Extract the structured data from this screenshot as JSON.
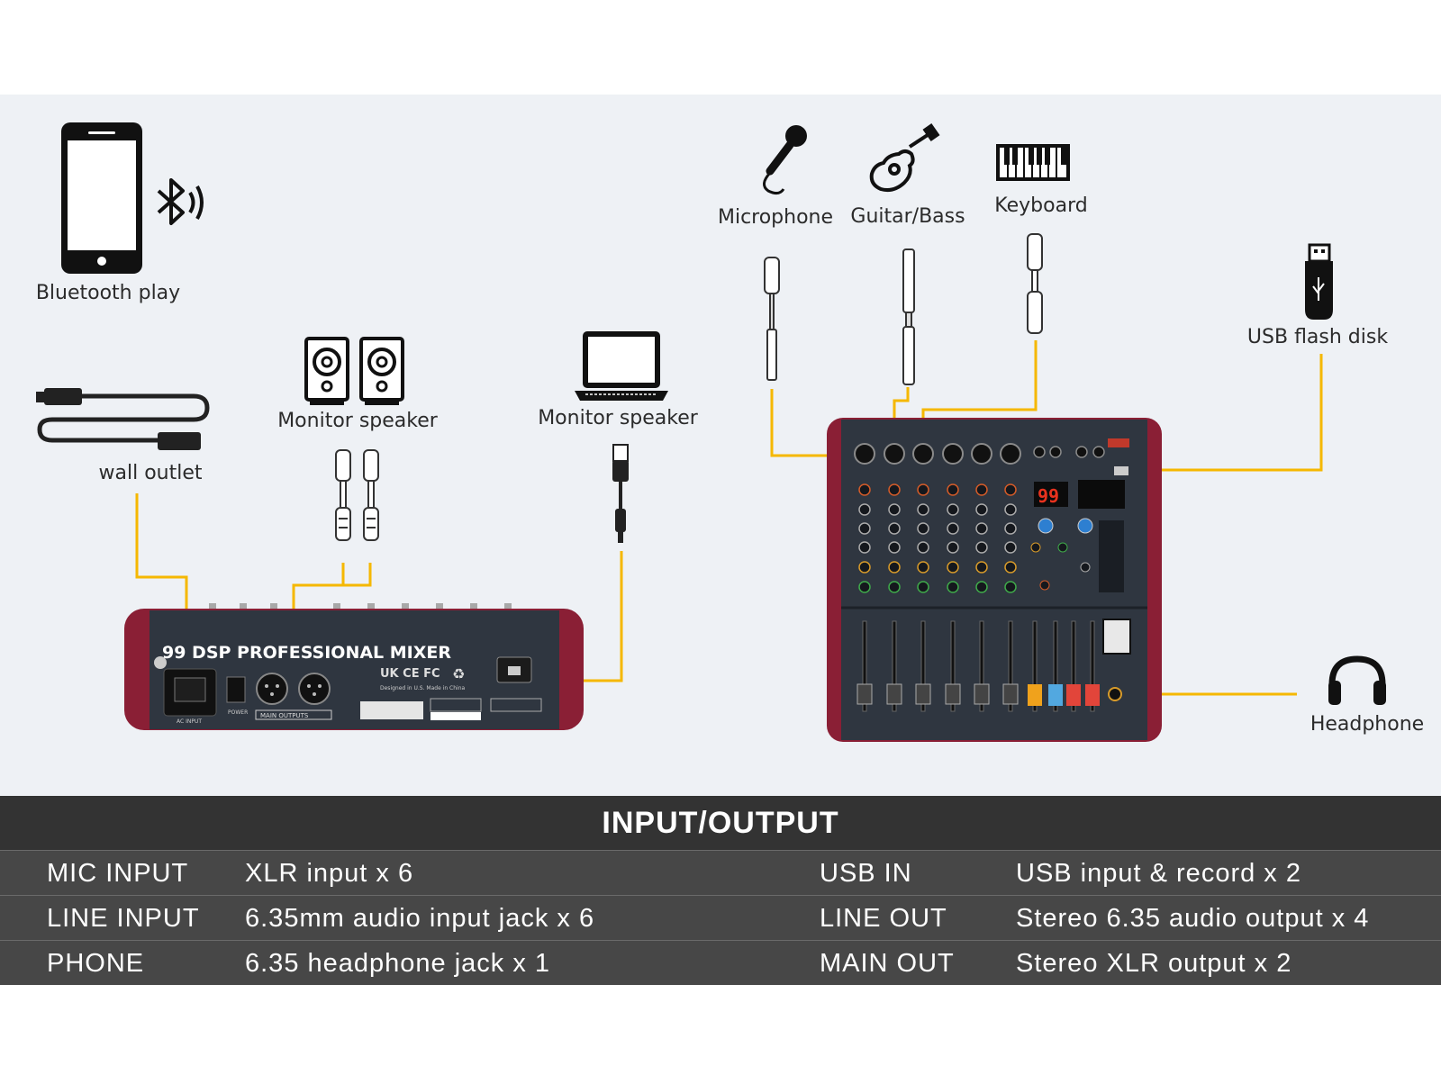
{
  "labels": {
    "bluetooth": "Bluetooth play",
    "wall_outlet": "wall outlet",
    "monitor_speaker_1": "Monitor speaker",
    "monitor_speaker_2": "Monitor speaker",
    "microphone": "Microphone",
    "guitar_bass": "Guitar/Bass",
    "keyboard": "Keyboard",
    "usb_flash_disk": "USB flash disk",
    "headphone": "Headphone"
  },
  "mixer_rear": {
    "title": "99 DSP PROFESSIONAL MIXER",
    "marks": "UK CE FC",
    "made_in": "Designed in U.S. Made in China",
    "ac_input": "AC INPUT",
    "power": "POWER",
    "main_outputs": "MAIN OUTPUTS"
  },
  "mixer_front": {
    "display_value": "99"
  },
  "colors": {
    "background_panel": "#eef1f5",
    "connector_line": "#f5b800",
    "mixer_body": "#2f3640",
    "mixer_side": "#8a1f35",
    "table_header": "#333333",
    "table_body": "#474747"
  },
  "table": {
    "title": "INPUT/OUTPUT",
    "rows": [
      {
        "label_a": "MIC INPUT",
        "value_a": "XLR input x 6",
        "label_b": "USB IN",
        "value_b": "USB input & record x 2"
      },
      {
        "label_a": "LINE INPUT",
        "value_a": "6.35mm audio input jack x 6",
        "label_b": "LINE OUT",
        "value_b": "Stereo 6.35 audio output x 4"
      },
      {
        "label_a": "PHONE",
        "value_a": "6.35 headphone jack x 1",
        "label_b": "MAIN OUT",
        "value_b": "Stereo XLR output x 2"
      }
    ]
  }
}
